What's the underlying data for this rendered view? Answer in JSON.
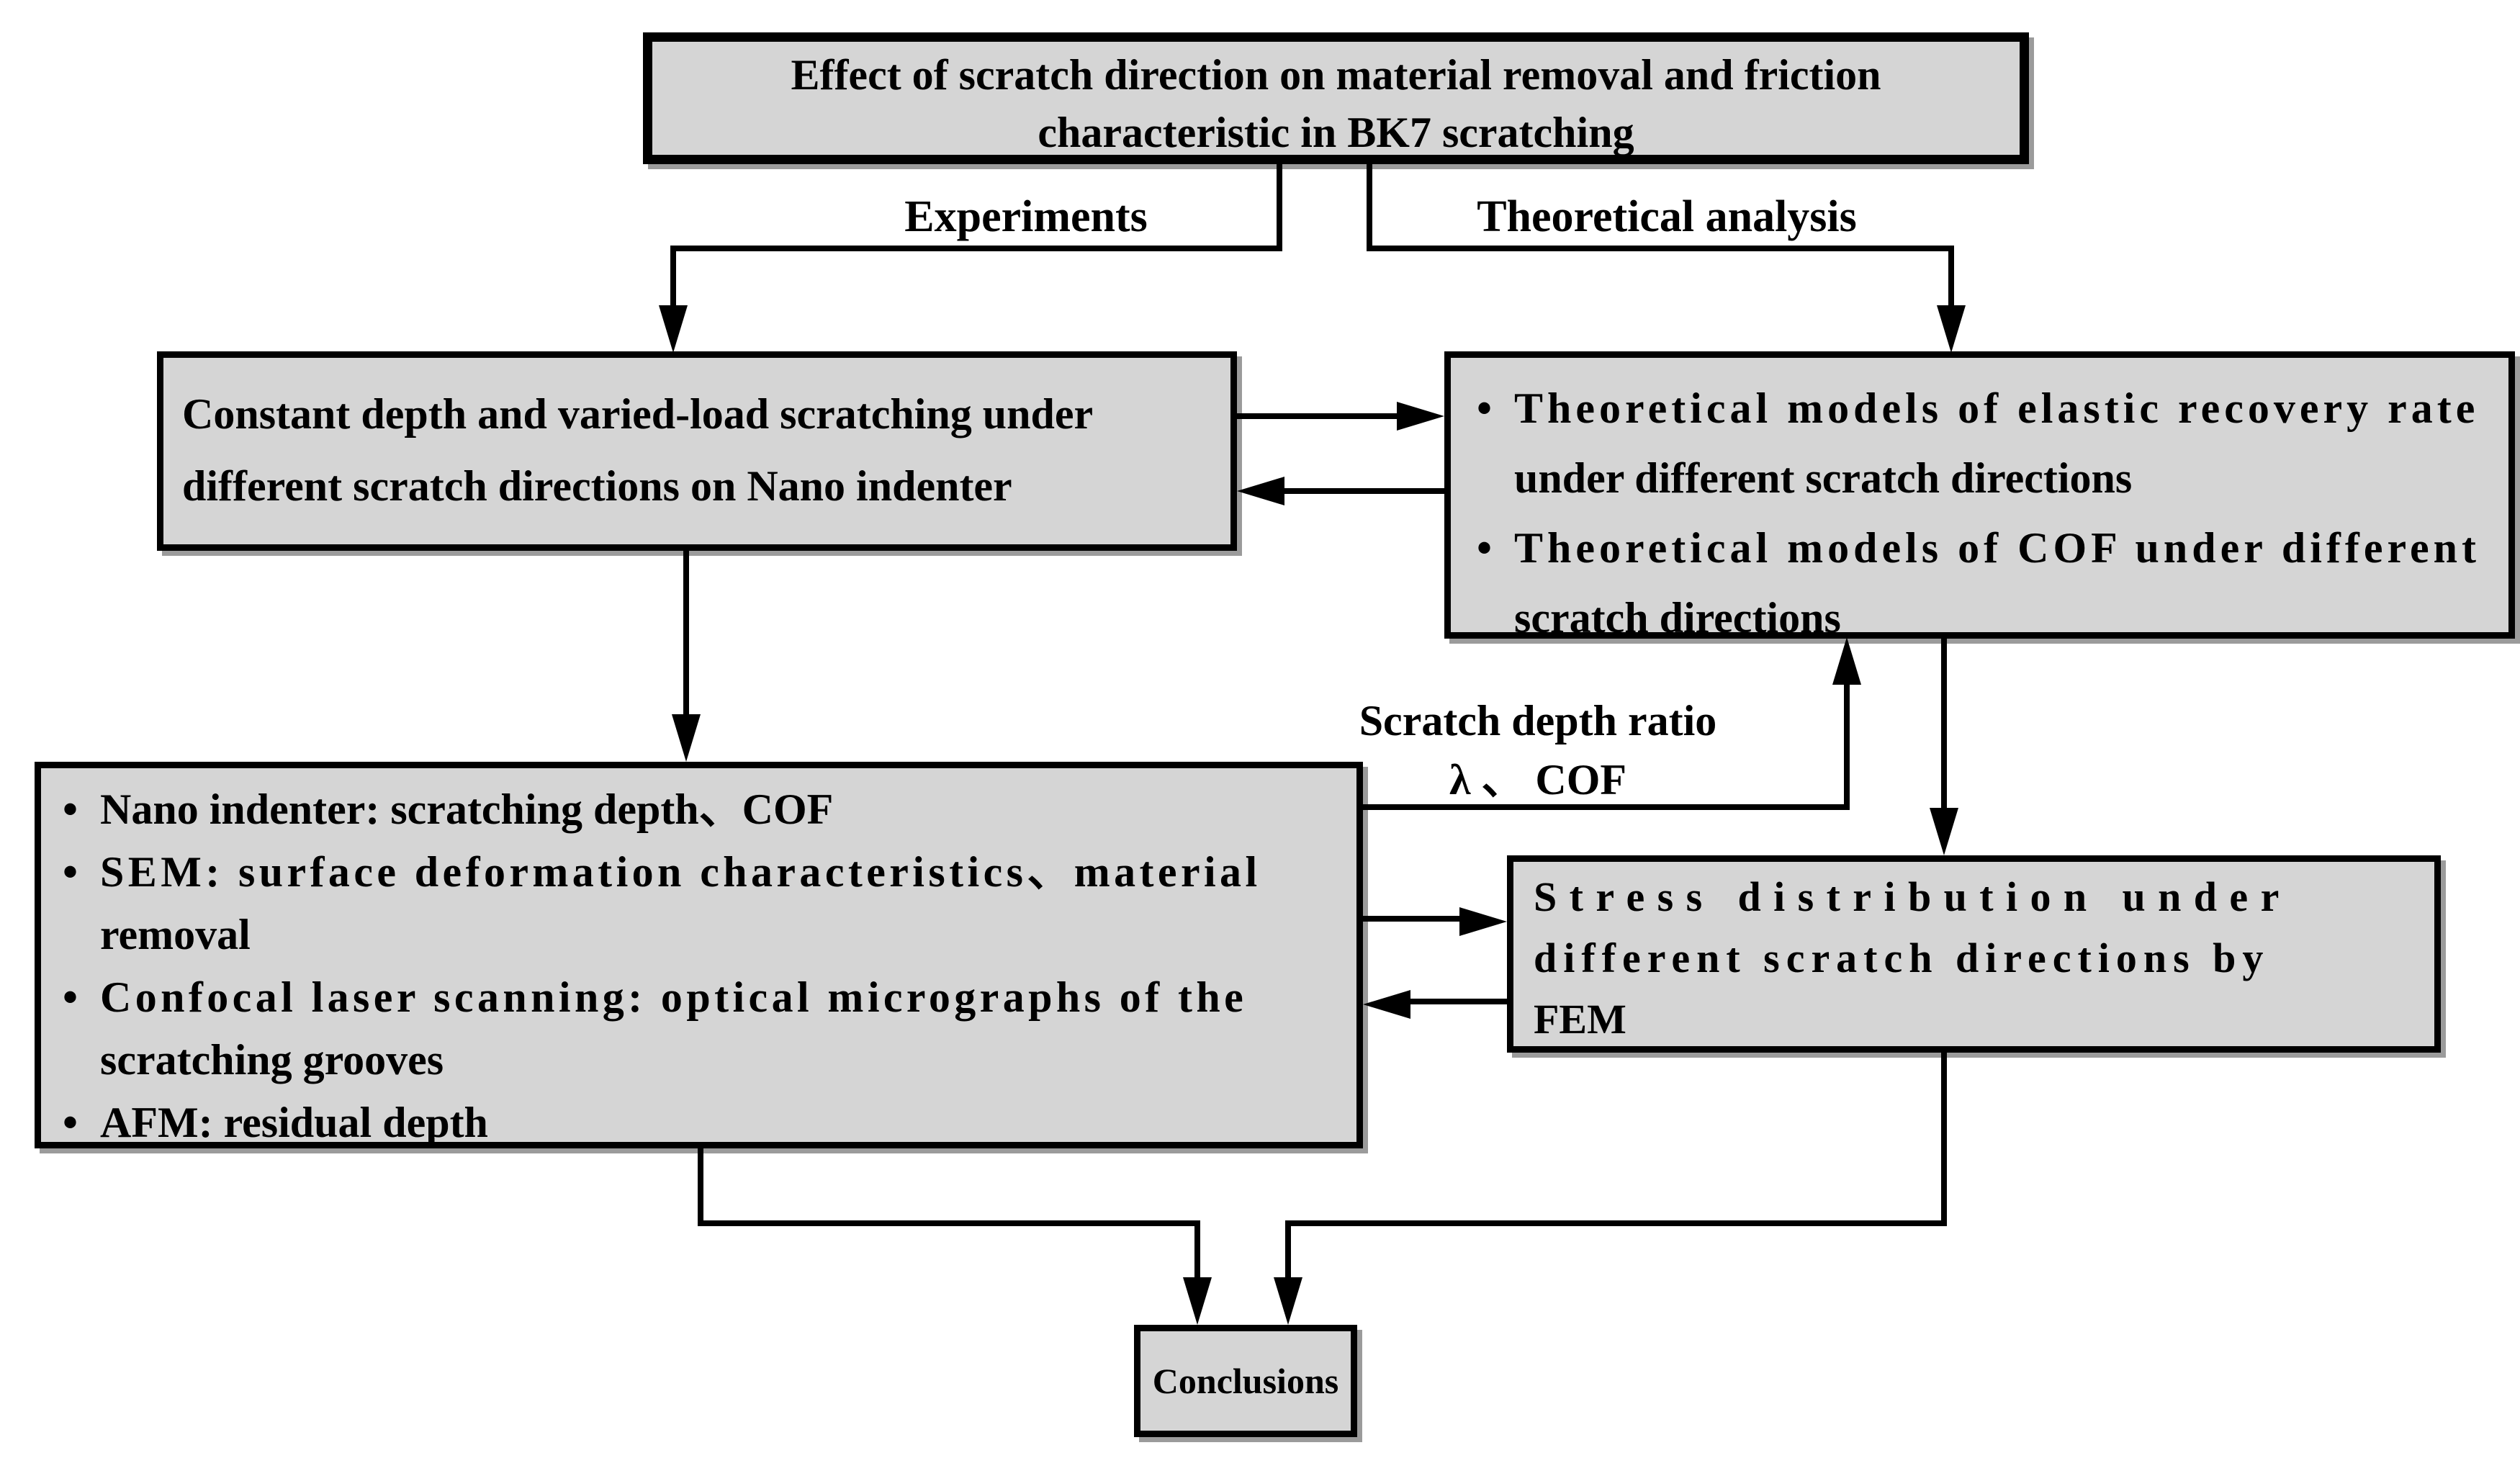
{
  "title_box": {
    "line1": "Effect of scratch direction on material removal and friction",
    "line2": "characteristic in BK7 scratching"
  },
  "branch_labels": {
    "experiments": "Experiments",
    "theoretical": "Theoretical analysis"
  },
  "experiment_box": {
    "line1": "Constant depth and varied-load scratching under",
    "line2": "different scratch directions on Nano indenter"
  },
  "theory_box": {
    "lines": [
      "Theoretical models of elastic recovery rate",
      "under different scratch directions",
      "Theoretical models of COF under different",
      "scratch directions"
    ]
  },
  "measurement_box": {
    "lines": [
      "Nano indenter: scratching depth、COF",
      "SEM: surface deformation characteristics、material",
      "removal",
      "Confocal laser scanning: optical micrographs of the",
      "scratching grooves",
      "AFM: residual depth"
    ]
  },
  "ratio_label": {
    "line1": "Scratch depth ratio",
    "line2": "λ 、 COF"
  },
  "stress_box": {
    "lines": [
      "Stress distribution under",
      "different scratch directions by",
      "FEM"
    ]
  },
  "conclusions_box": {
    "label": "Conclusions"
  },
  "glyphs": {
    "bullet": "•"
  },
  "colors": {
    "background": "#ffffff",
    "box_fill": "#d5d5d5",
    "box_border": "#000000",
    "connector": "#000000",
    "shadow": "#9b9b9b"
  }
}
